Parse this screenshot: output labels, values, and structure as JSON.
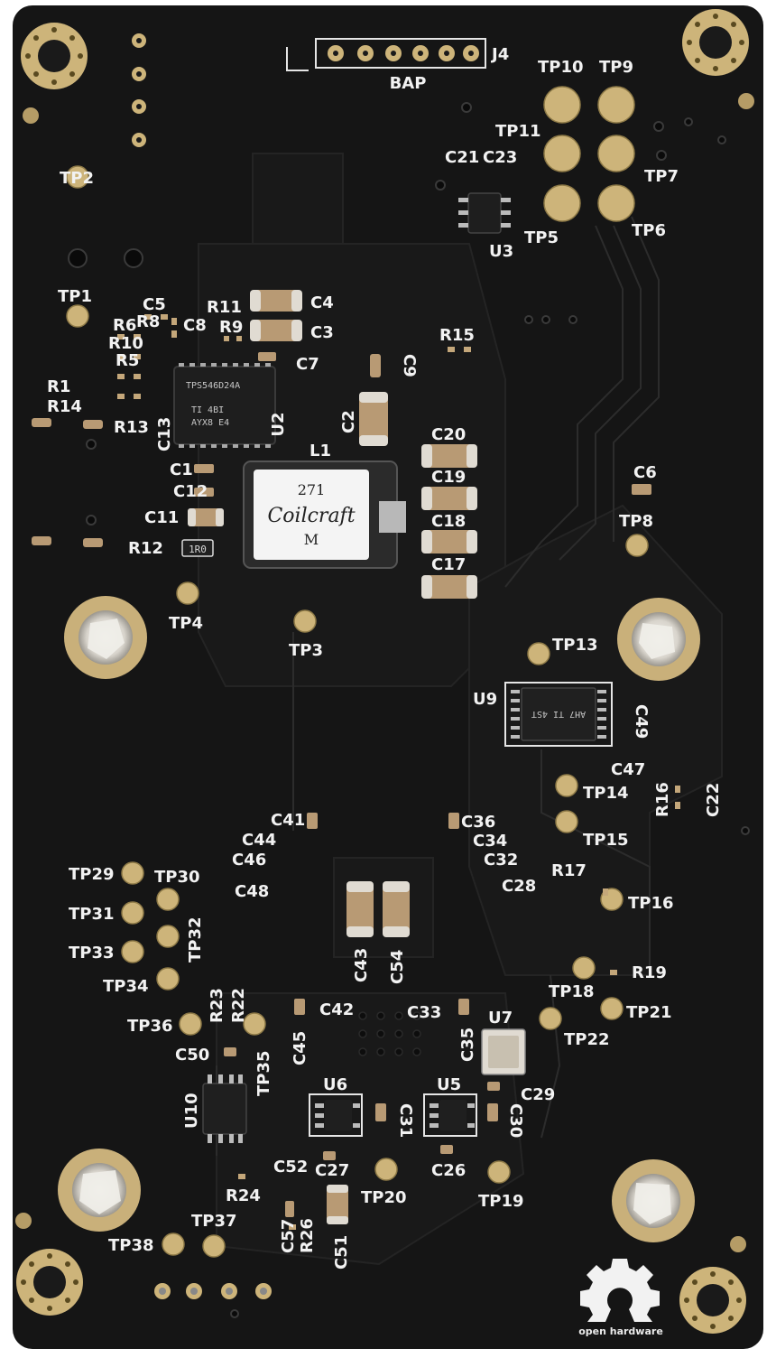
{
  "board": {
    "colors": {
      "board": "#151515",
      "silkscreen": "#f2f2f2",
      "gold": "#cdb47a",
      "capacitor_body": "#b89a74",
      "capacitor_cap": "#e0dbd2",
      "chip": "#1d1d1d",
      "background": "#ffffff"
    },
    "connector": {
      "ref": "J4",
      "label": "BAP"
    },
    "test_points": [
      "TP1",
      "TP2",
      "TP3",
      "TP4",
      "TP5",
      "TP6",
      "TP7",
      "TP8",
      "TP9",
      "TP10",
      "TP11",
      "TP13",
      "TP14",
      "TP15",
      "TP16",
      "TP18",
      "TP19",
      "TP20",
      "TP21",
      "TP22",
      "TP29",
      "TP30",
      "TP31",
      "TP32",
      "TP33",
      "TP34",
      "TP35",
      "TP36",
      "TP37",
      "TP38"
    ],
    "capacitors": [
      "C1",
      "C2",
      "C3",
      "C4",
      "C5",
      "C6",
      "C7",
      "C8",
      "C9",
      "C11",
      "C12",
      "C13",
      "C17",
      "C18",
      "C19",
      "C20",
      "C21",
      "C22",
      "C23",
      "C26",
      "C27",
      "C28",
      "C29",
      "C30",
      "C31",
      "C32",
      "C33",
      "C34",
      "C35",
      "C36",
      "C41",
      "C42",
      "C43",
      "C44",
      "C45",
      "C46",
      "C47",
      "C48",
      "C49",
      "C50",
      "C51",
      "C52",
      "C54",
      "C57"
    ],
    "resistors": [
      "R1",
      "R5",
      "R6",
      "R8",
      "R9",
      "R10",
      "R11",
      "R12",
      "R13",
      "R14",
      "R15",
      "R16",
      "R17",
      "R19",
      "R22",
      "R23",
      "R24",
      "R26"
    ],
    "ics": [
      "U2",
      "U3",
      "U5",
      "U6",
      "U7",
      "U9",
      "U10"
    ],
    "inductor": {
      "ref": "L1",
      "marking_top": "271",
      "marking_brand": "Coilcraft",
      "marking_bottom": "M"
    },
    "u2_marking": [
      "TPS546D24A",
      "TI 4BI",
      "AYX8 E4"
    ],
    "u9_marking": "AH7 TI 4ST",
    "r12_marking": "1R0",
    "logo_text": "open hardware"
  }
}
